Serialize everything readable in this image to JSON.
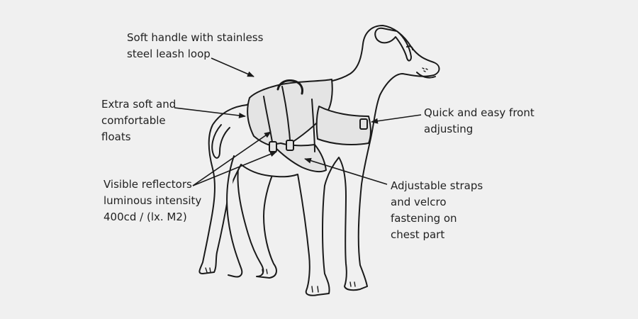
{
  "labels": {
    "handle": [
      "Soft handle with stainless",
      "steel leash loop"
    ],
    "floats": [
      "Extra soft and",
      "comfortable",
      "floats"
    ],
    "reflect": [
      "Visible reflectors",
      "luminous intensity",
      "400cd / (lx. M2)"
    ],
    "front": [
      "Quick and easy front",
      "adjusting"
    ],
    "straps": [
      "Adjustable straps",
      "and velcro",
      "fastening on",
      "chest part"
    ]
  },
  "colors": {
    "background": "#f0f0f0",
    "outline": "#1a1a1a",
    "vest_fill": "#e4e4e4",
    "text": "#222222"
  },
  "icons": [
    "dog-illustration",
    "life-vest"
  ]
}
